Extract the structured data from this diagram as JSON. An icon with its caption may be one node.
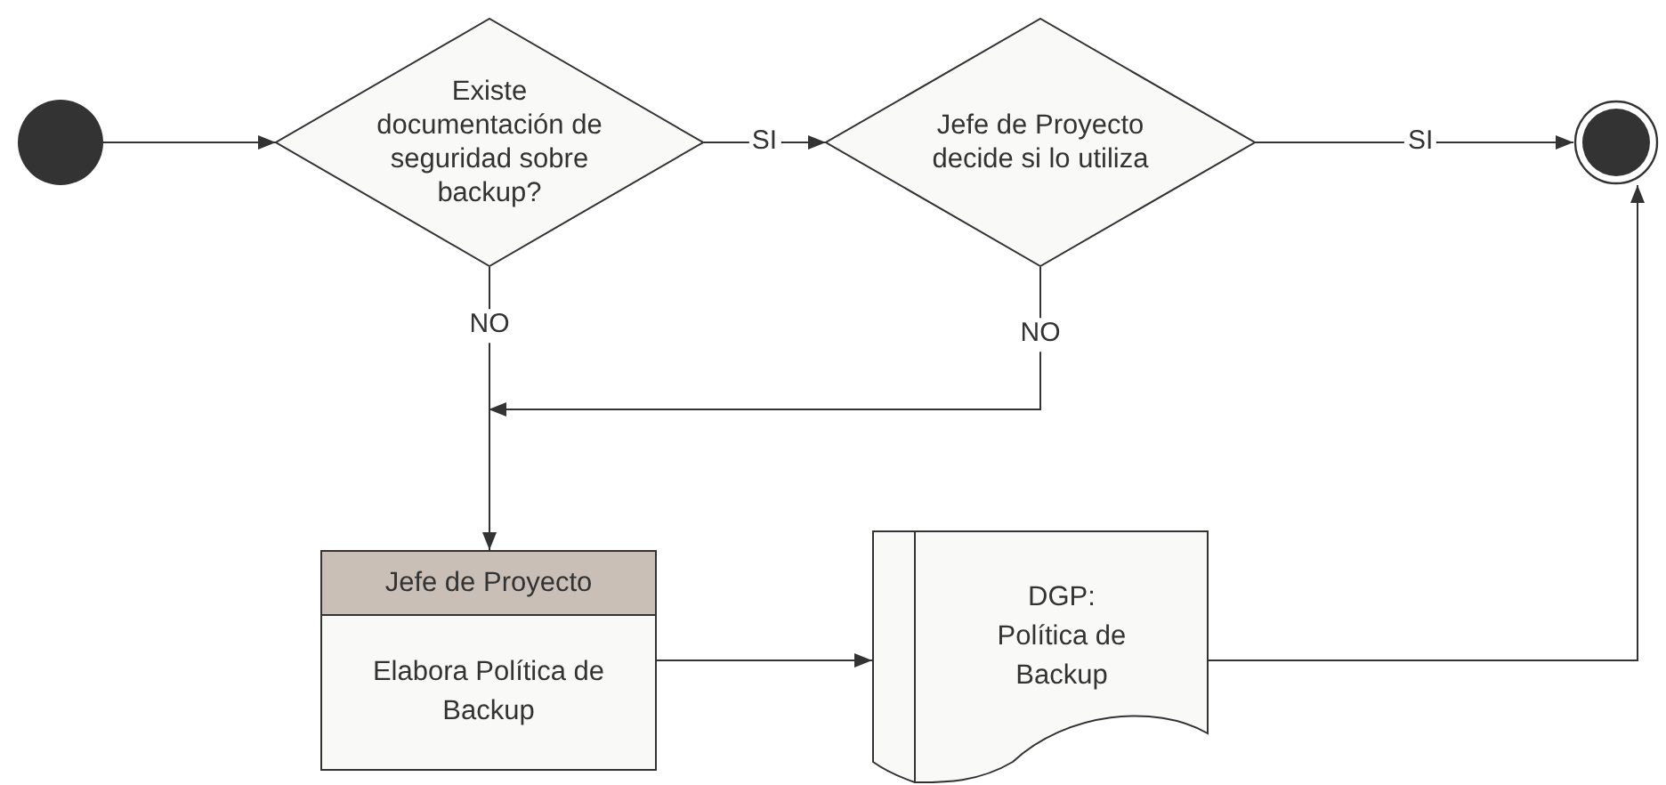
{
  "diagram": {
    "nodes": [
      {
        "text": [],
        "shape": "circle"
      },
      {
        "text": [
          "Existe documentación de seguridad sobre backup?"
        ]
      },
      {
        "text": [
          "Jefe de Proyecto decide si lo utiliza"
        ]
      },
      {
        "text": [],
        "shape": "circle"
      },
      {
        "text": [
          "Jefe de Proyecto",
          "Elabora Política de Backup"
        ]
      },
      {
        "text": [
          "DGP: Política de Backup"
        ]
      }
    ],
    "edges": [
      {
        "from": 0,
        "to": 1,
        "arrow": "to"
      },
      {
        "from": 1,
        "to": 2,
        "arrow": "to",
        "label": "SI"
      },
      {
        "from": 2,
        "to": 3,
        "arrow": "to",
        "label": "SI"
      },
      {
        "from": 1,
        "to": 4,
        "arrow": "to",
        "label": "NO"
      },
      {
        "from": 2,
        "to": 4,
        "arrow": "to",
        "label": "NO"
      },
      {
        "from": 4,
        "to": 5,
        "arrow": "to"
      },
      {
        "from": 5,
        "to": 3,
        "arrow": "to"
      }
    ]
  }
}
